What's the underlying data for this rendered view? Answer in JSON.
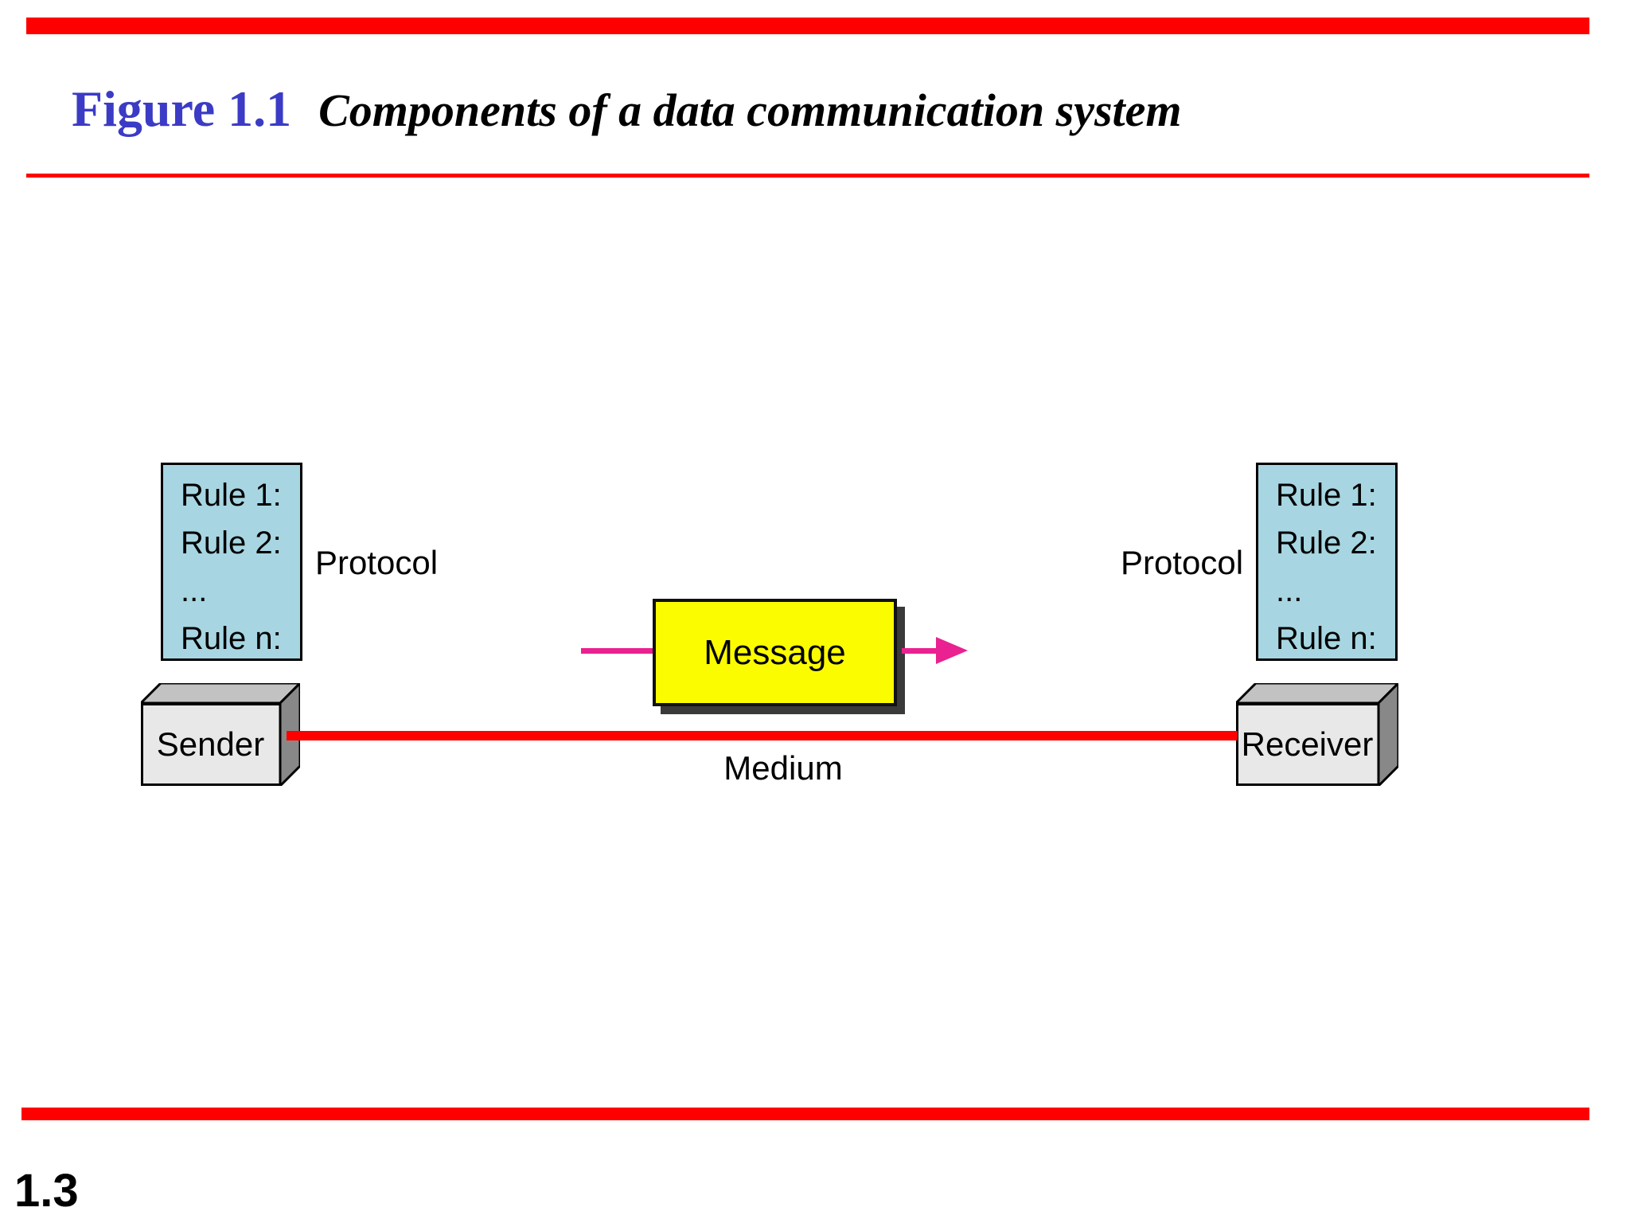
{
  "header": {
    "figure_label": "Figure 1.1",
    "caption": "Components of a data communication system"
  },
  "footer": {
    "page_number": "1.3"
  },
  "diagram": {
    "sender_label": "Sender",
    "receiver_label": "Receiver",
    "message_label": "Message",
    "medium_label": "Medium",
    "protocol_left_label": "Protocol",
    "protocol_right_label": "Protocol",
    "rules_left": {
      "lines": [
        "Rule 1:",
        "Rule 2:",
        "...",
        "Rule n:"
      ]
    },
    "rules_right": {
      "lines": [
        "Rule 1:",
        "Rule 2:",
        "...",
        "Rule n:"
      ]
    }
  },
  "colors": {
    "accent_red": "#FE0000",
    "title_blue": "#3B3BC6",
    "rules_box_blue": "#A7D6E2",
    "message_yellow": "#FCFC00",
    "arrow_pink": "#EA2190",
    "box_front_gray": "#E8E8E8",
    "box_top_gray": "#C2C2C2",
    "box_side_gray": "#888888",
    "shadow_gray": "#3A3A3A",
    "text_black": "#111111"
  }
}
